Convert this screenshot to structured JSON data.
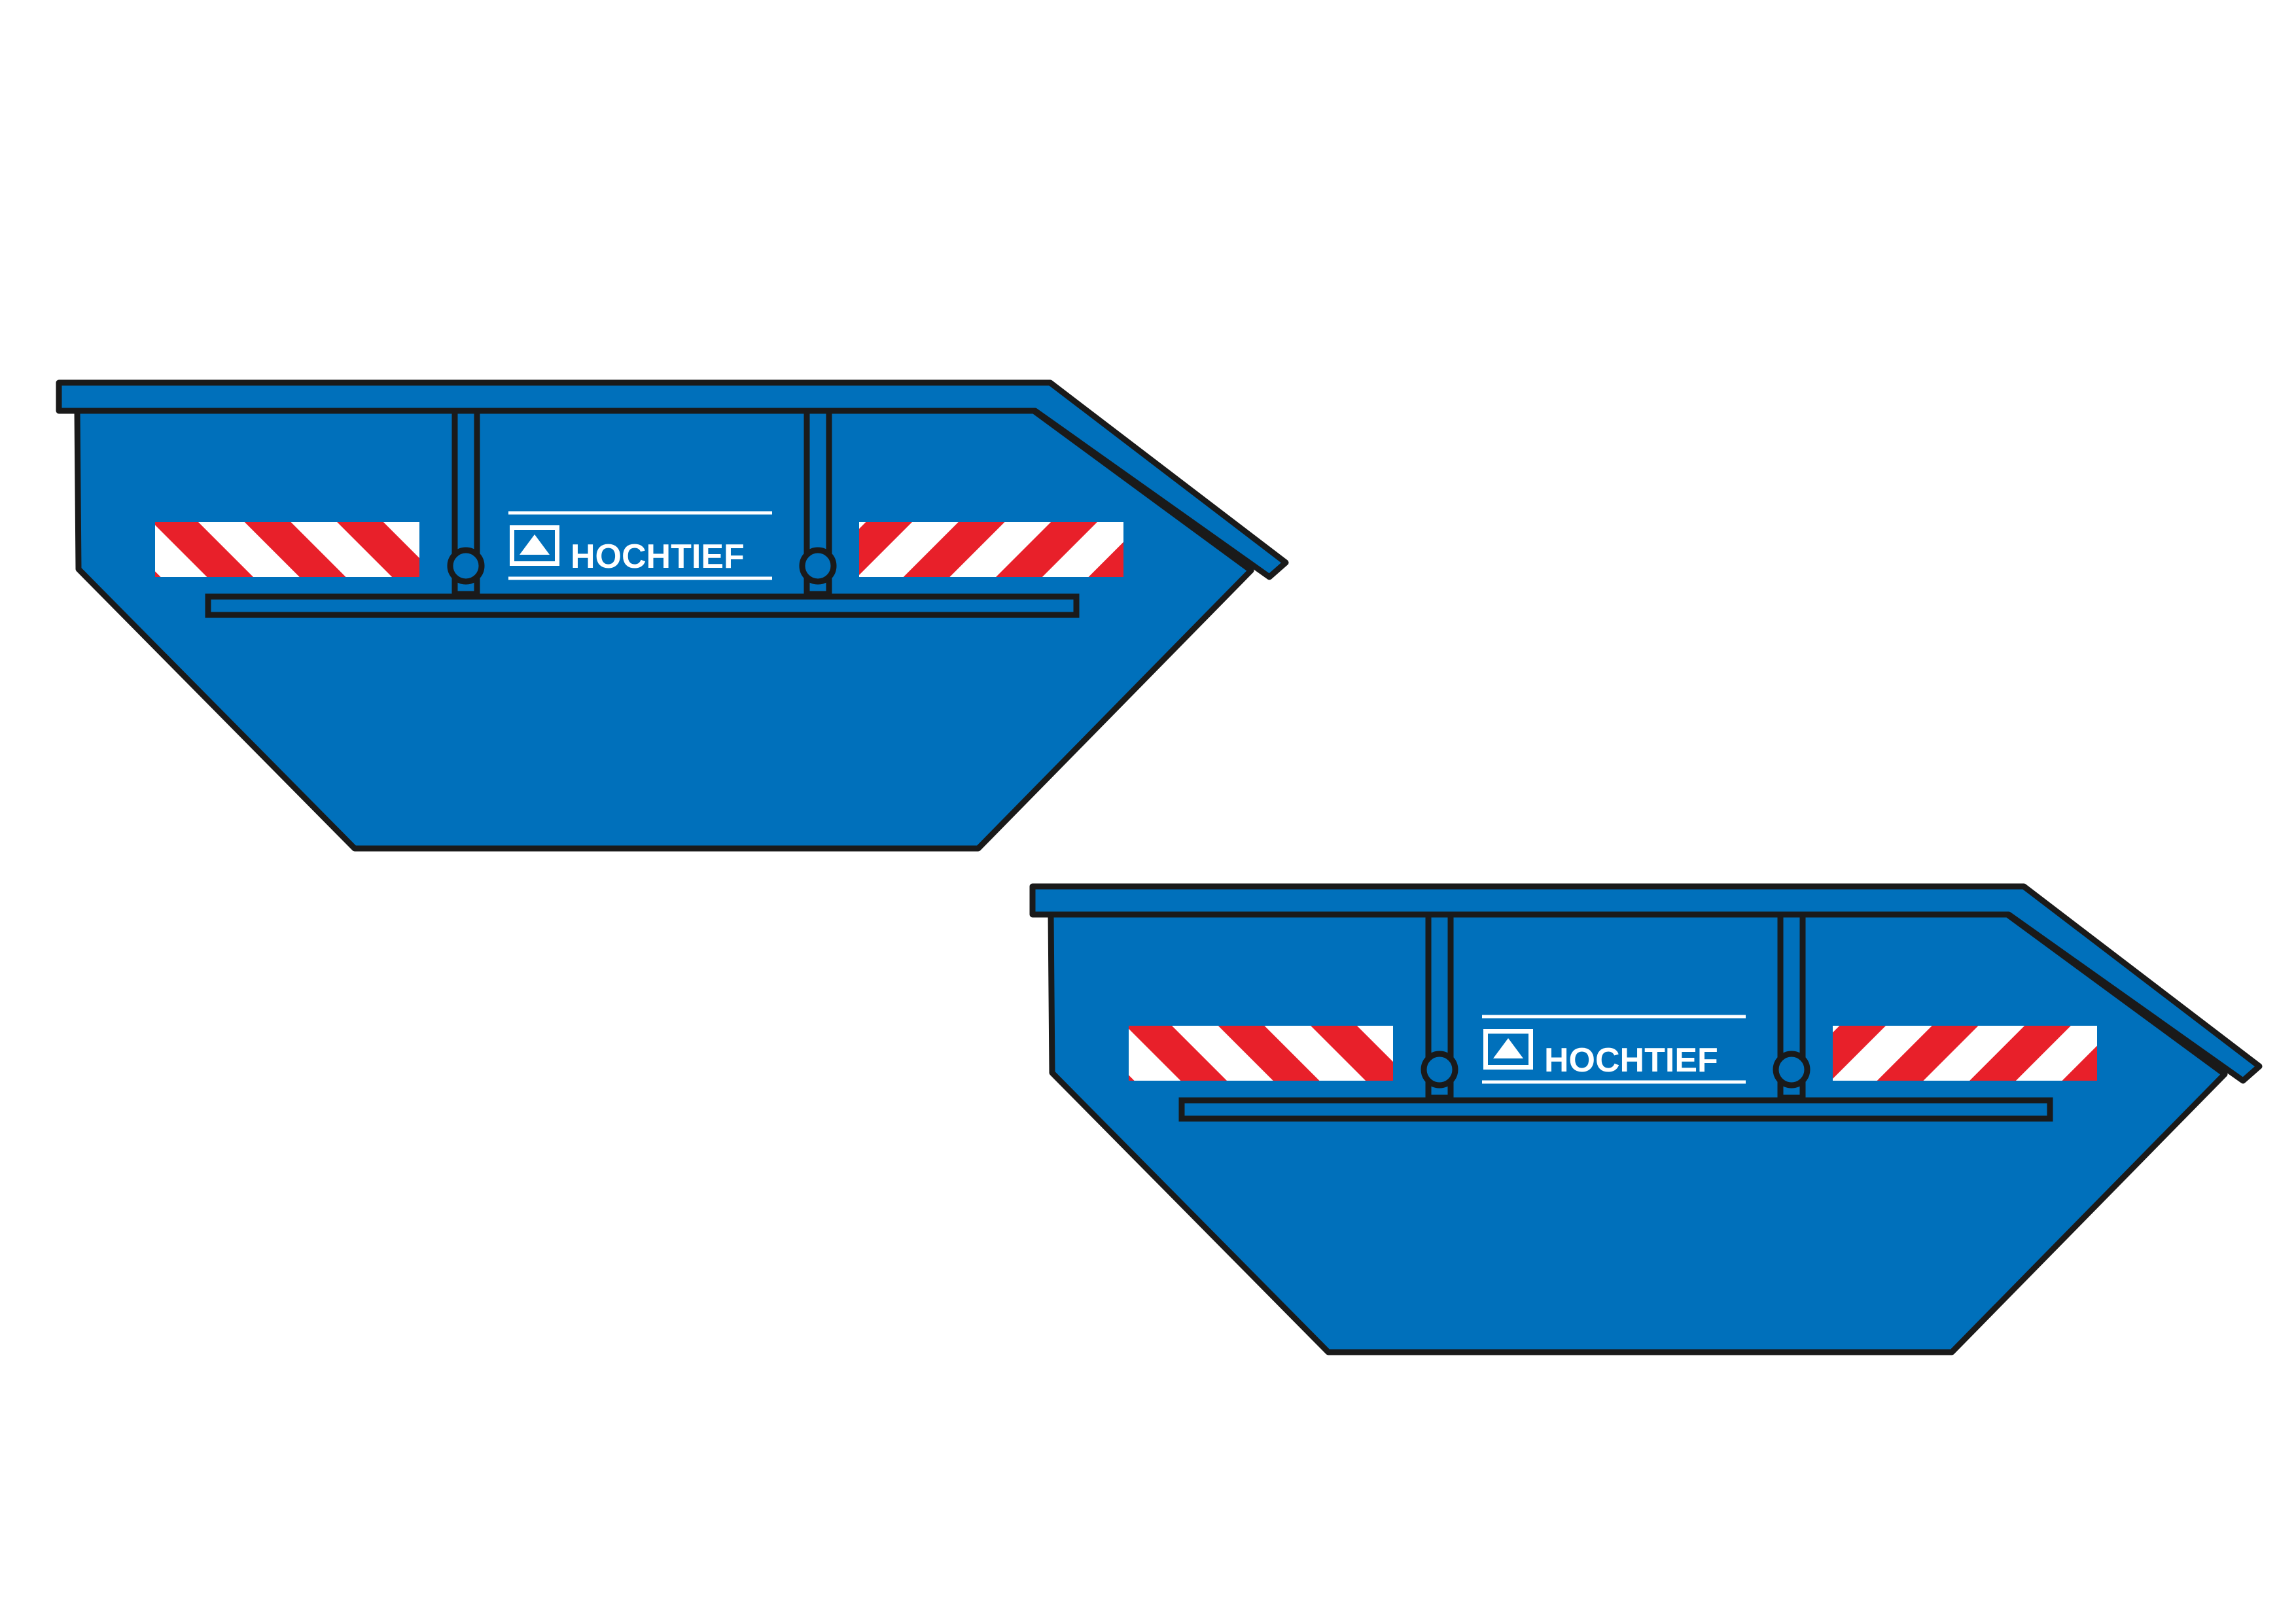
{
  "containers": [
    {
      "id": "skip-left",
      "brand": "HOCHTIEF"
    },
    {
      "id": "skip-right",
      "brand": "HOCHTIEF"
    }
  ],
  "colors": {
    "body": "#0070BB",
    "outline": "#1a1a1a",
    "stripe_red": "#E8202A",
    "stripe_white": "#ffffff",
    "logo_text": "#ffffff",
    "background": "#ffffff"
  },
  "icons": {
    "logo": "hochtief-triangle-logo-icon",
    "warning_plate": "red-white-hazard-stripes"
  }
}
